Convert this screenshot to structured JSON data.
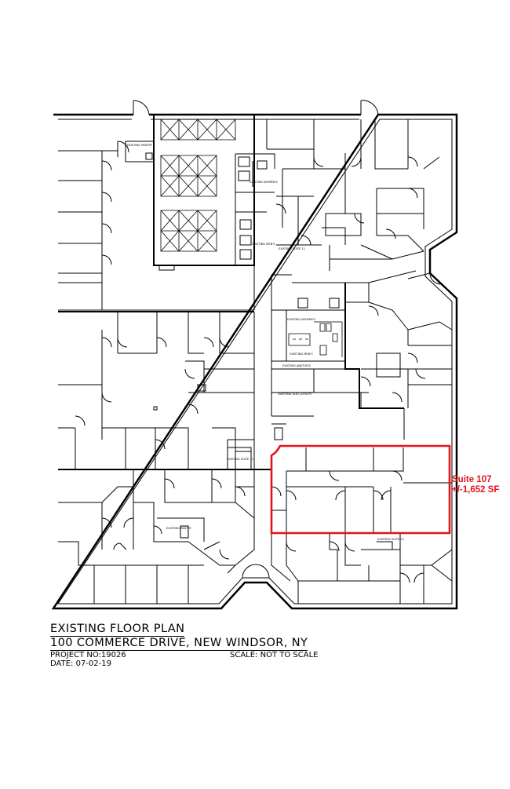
{
  "plan": {
    "title": "EXISTING FLOOR PLAN",
    "address": "100 COMMERCE DRIVE, NEW WINDSOR, NY",
    "project": "PROJECT NO:19026",
    "date": "DATE: 07-02-19",
    "scale": "SCALE: NOT TO SCALE"
  },
  "suite": {
    "name": "Suite 107",
    "area": "+/-1,652 SF",
    "highlight_color": "#e3141b"
  },
  "room_labels": {
    "pantry_top": "EXISTING PANTRY",
    "womens_top": "EXISTING WOMEN'S",
    "mens_top": "EXISTING MEN'S",
    "suite_top": "EXISTING SUITE 11",
    "womens_mid": "EXISTING WOMEN'S",
    "mens_mid": "EXISTING MEN'S",
    "janitor": "EXISTING JANITOR'S",
    "elec": "EXISTING ELEC./UTILITY",
    "suite_mid": "EXISTING SUITE 11",
    "pantry_low": "EXISTING PANTRY",
    "suite_low": "EXISTING SUITE 11"
  }
}
